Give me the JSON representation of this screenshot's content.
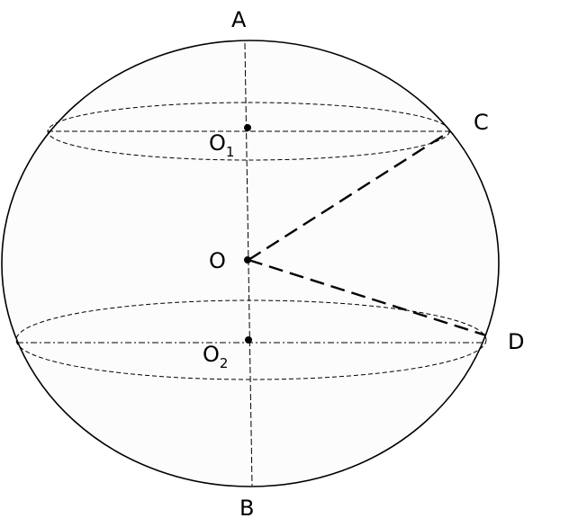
{
  "points": {
    "top_pole": "A",
    "bottom_pole": "B",
    "upper_rim_point": "C",
    "lower_rim_point": "D",
    "center": "O",
    "upper_center_base": "O",
    "upper_center_sub": "1",
    "lower_center_base": "O",
    "lower_center_sub": "2"
  },
  "colors": {
    "stroke": "#000000",
    "sphere_fill": "#fcfcfc"
  }
}
